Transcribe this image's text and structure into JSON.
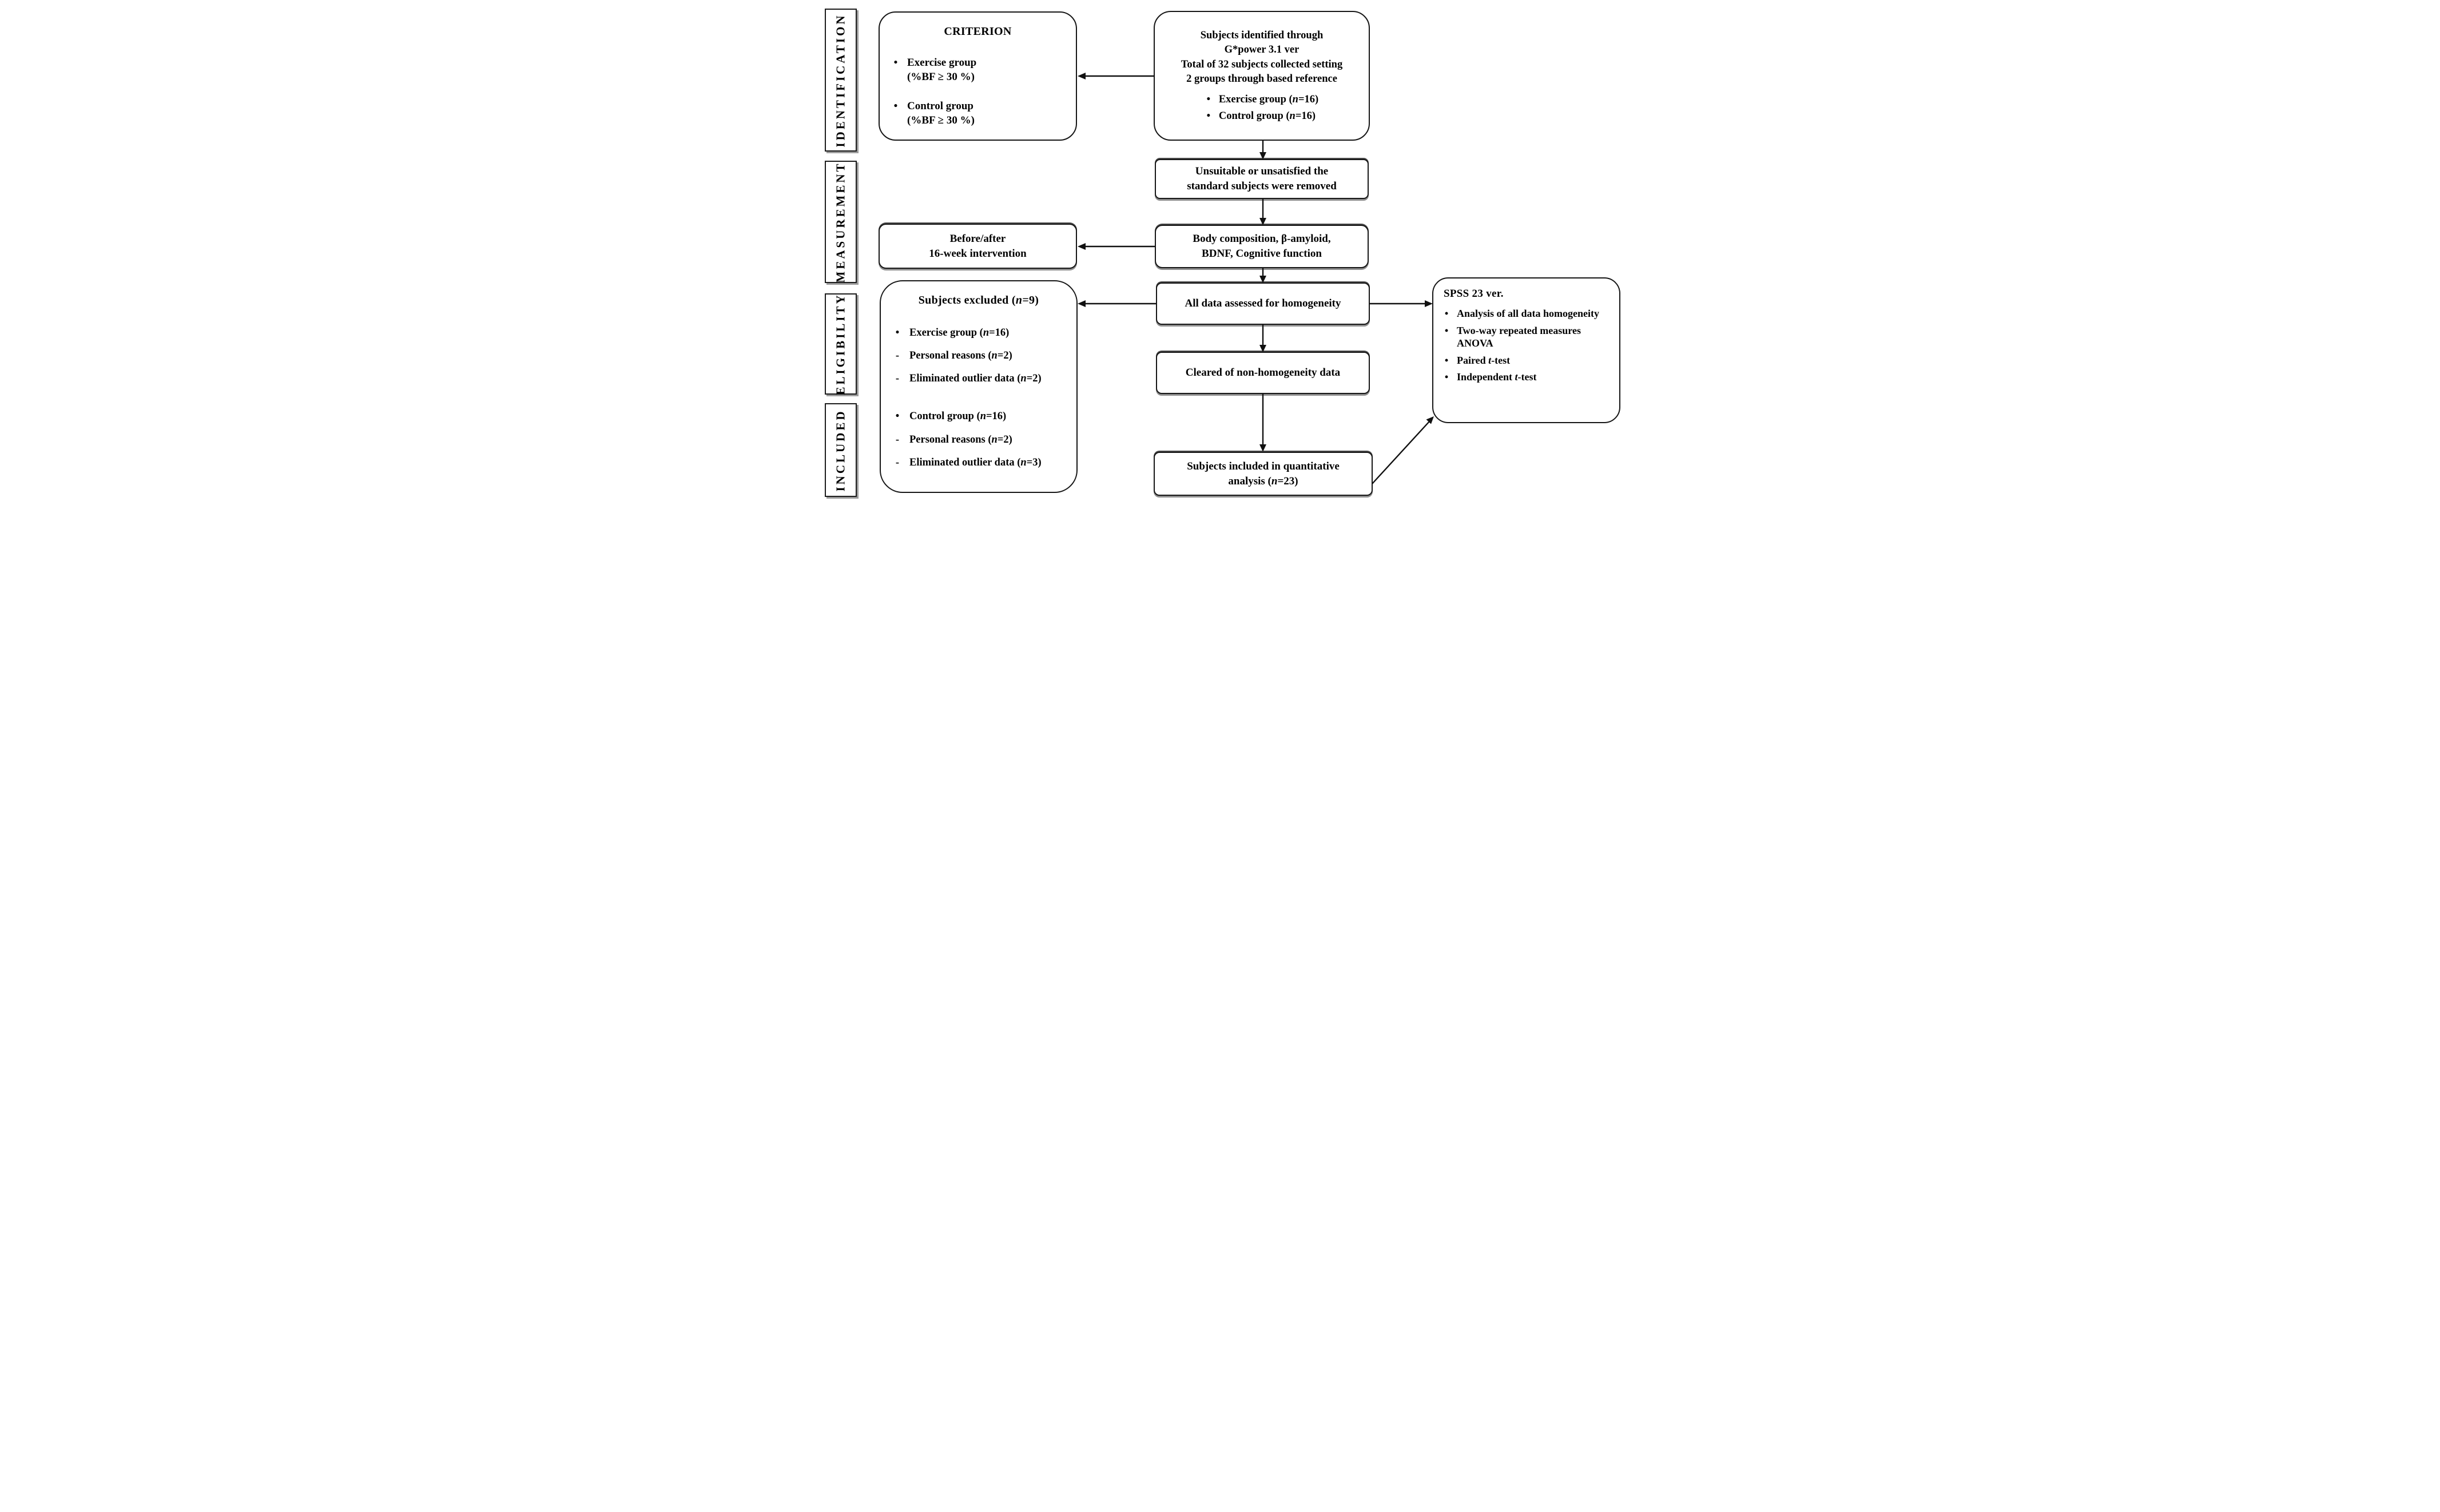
{
  "page": {
    "background": "#ffffff",
    "ink": "#000000"
  },
  "side_labels": [
    {
      "label": "IDENTIFICATION"
    },
    {
      "label": "MEASUREMENT"
    },
    {
      "label": "ELIGIBILITY"
    },
    {
      "label": "INCLUDED"
    }
  ],
  "boxes": {
    "criterion": {
      "title": "CRITERION",
      "items": [
        {
          "marker": "•",
          "line1": "Exercise group",
          "line2": "(%BF ≥ 30 %)"
        },
        {
          "marker": "•",
          "line1": "Control group",
          "line2": "(%BF ≥ 30 %)"
        }
      ]
    },
    "subjects_identified": {
      "lines": [
        "Subjects identified through",
        "G*power 3.1 ver",
        "Total of 32 subjects collected setting",
        "2 groups through based reference"
      ],
      "items": [
        {
          "marker": "•",
          "text": "Exercise group (_n_=16)"
        },
        {
          "marker": "•",
          "text": "Control group (_n_=16)"
        }
      ]
    },
    "unsuitable": {
      "lines": [
        "Unsuitable or unsatisfied the",
        "standard subjects were removed"
      ]
    },
    "before_after": {
      "lines": [
        "Before/after",
        "16-week intervention"
      ]
    },
    "body_composition": {
      "lines": [
        "Body composition, β-amyloid,",
        "BDNF, Cognitive function"
      ]
    },
    "subjects_excluded": {
      "title": "Subjects excluded (_n_=9)",
      "items": [
        {
          "marker": "•",
          "text": "Exercise group (_n_=16)"
        },
        {
          "marker": "-",
          "text": "Personal reasons (_n_=2)"
        },
        {
          "marker": "-",
          "text": "Eliminated outlier data (_n_=2)"
        },
        {
          "marker": "•",
          "text": "Control group (_n_=16)"
        },
        {
          "marker": "-",
          "text": "Personal reasons (_n_=2)"
        },
        {
          "marker": "-",
          "text": "Eliminated outlier data (_n_=3)"
        }
      ]
    },
    "all_data": {
      "lines": [
        "All data assessed for homogeneity"
      ]
    },
    "spss": {
      "title": "SPSS 23 ver.",
      "items": [
        {
          "marker": "•",
          "text": "Analysis of all data homogeneity"
        },
        {
          "marker": "•",
          "text": "Two-way repeated measures ANOVA"
        },
        {
          "marker": "•",
          "text": "Paired _t_-test"
        },
        {
          "marker": "•",
          "text": "Independent _t_-test"
        }
      ]
    },
    "cleared": {
      "lines": [
        "Cleared of non-homogeneity data"
      ]
    },
    "subjects_included": {
      "lines": [
        "Subjects included in quantitative",
        "analysis (_n_=23)"
      ]
    }
  }
}
